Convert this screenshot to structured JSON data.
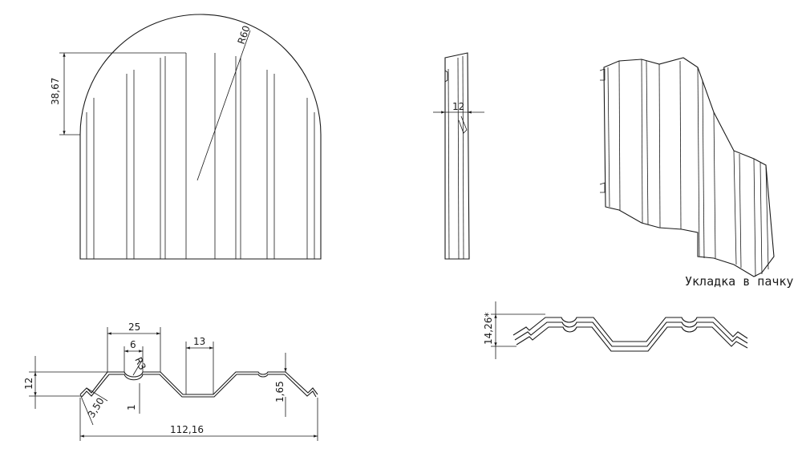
{
  "front_view": {
    "radius_label": "R60",
    "height_label": "38,67"
  },
  "side_view": {
    "width_label": "12"
  },
  "profile": {
    "dim_25": "25",
    "dim_6": "6",
    "dim_r3": "R3",
    "dim_13": "13",
    "dim_12": "12",
    "dim_350": "3,50",
    "dim_1": "1",
    "dim_165": "1,65",
    "dim_total": "112,16"
  },
  "stack": {
    "note": "Укладка в пачку",
    "height_label": "14,26*"
  }
}
